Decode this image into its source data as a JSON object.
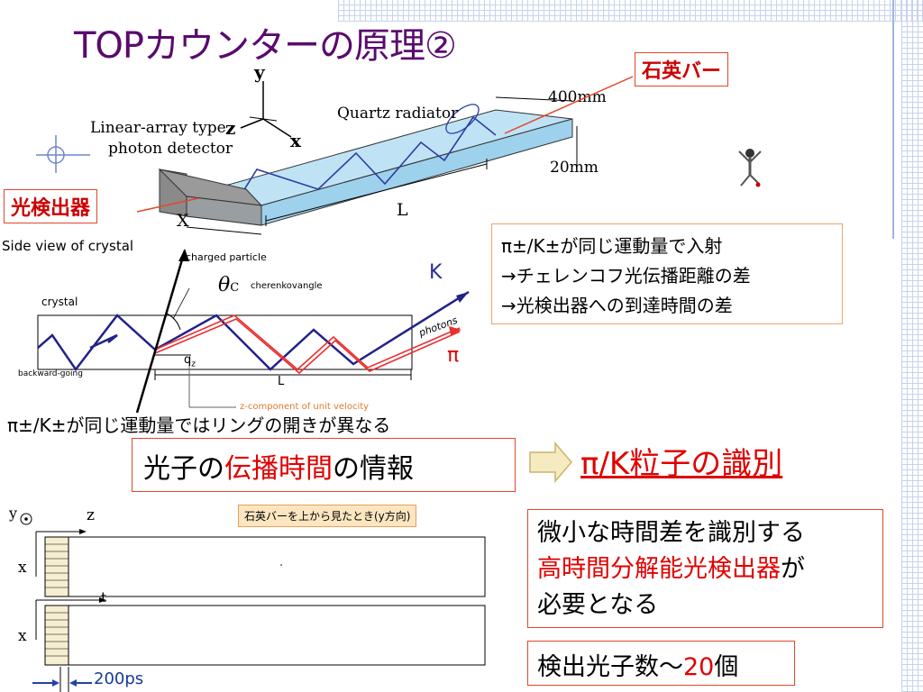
{
  "slide": {
    "title": "TOPカウンターの原理②",
    "callout_quartz": "石英バー",
    "callout_detector": "光検出器",
    "info_box": {
      "lines": [
        "π±/K±が同じ運動量で入射",
        "→チェレンコフ光伝播距離の差",
        "→光検出器への到達時間の差"
      ]
    },
    "ring_caption": "π±/K±が同じ運動量ではリングの開きが異なる",
    "photon_box": {
      "pre": "光子の",
      "highlight": "伝播時間",
      "post": "の情報"
    },
    "identification": "π/K粒子の識別",
    "topview_label": "石英バーを上から見たとき(y方向)",
    "need_box": {
      "line1": "微小な時間差を識別する",
      "line2_red": "高時間分解能光検出器",
      "line2_black": "が",
      "line3": "必要となる"
    },
    "count_box": {
      "pre": "検出光子数～",
      "num": "20",
      "post": "個"
    }
  },
  "figure_3d": {
    "dim_length": "400mm",
    "dim_height": "20mm",
    "label_radiator": "Quartz radiator",
    "label_detector_1": "Linear-array type",
    "label_detector_2": "photon detector",
    "label_x": "X",
    "label_l": "L",
    "axis_y": "y",
    "axis_z": "z",
    "axis_x": "x"
  },
  "figure_side": {
    "title": "Side view of crystal",
    "crystal": "crystal",
    "charged_particle": "charged particle",
    "theta": "θ",
    "theta_sub": "C",
    "cherenkov": "cherenkovangle",
    "photons": "photons",
    "k": "K",
    "pi": "π",
    "qz": "q",
    "qz_sub": "z",
    "l": "L",
    "backward": "backward-going",
    "zcomp": "z-component of unit velocity"
  },
  "figure_top": {
    "y": "y",
    "z": "z",
    "x1": "x",
    "x2": "x",
    "t": "t",
    "ps": "200ps"
  },
  "colors": {
    "title": "#5a0a6e",
    "red": "#e00000",
    "box_border": "#e2462a",
    "orange_border": "#f2a16b",
    "wave": "#2b2b99"
  }
}
